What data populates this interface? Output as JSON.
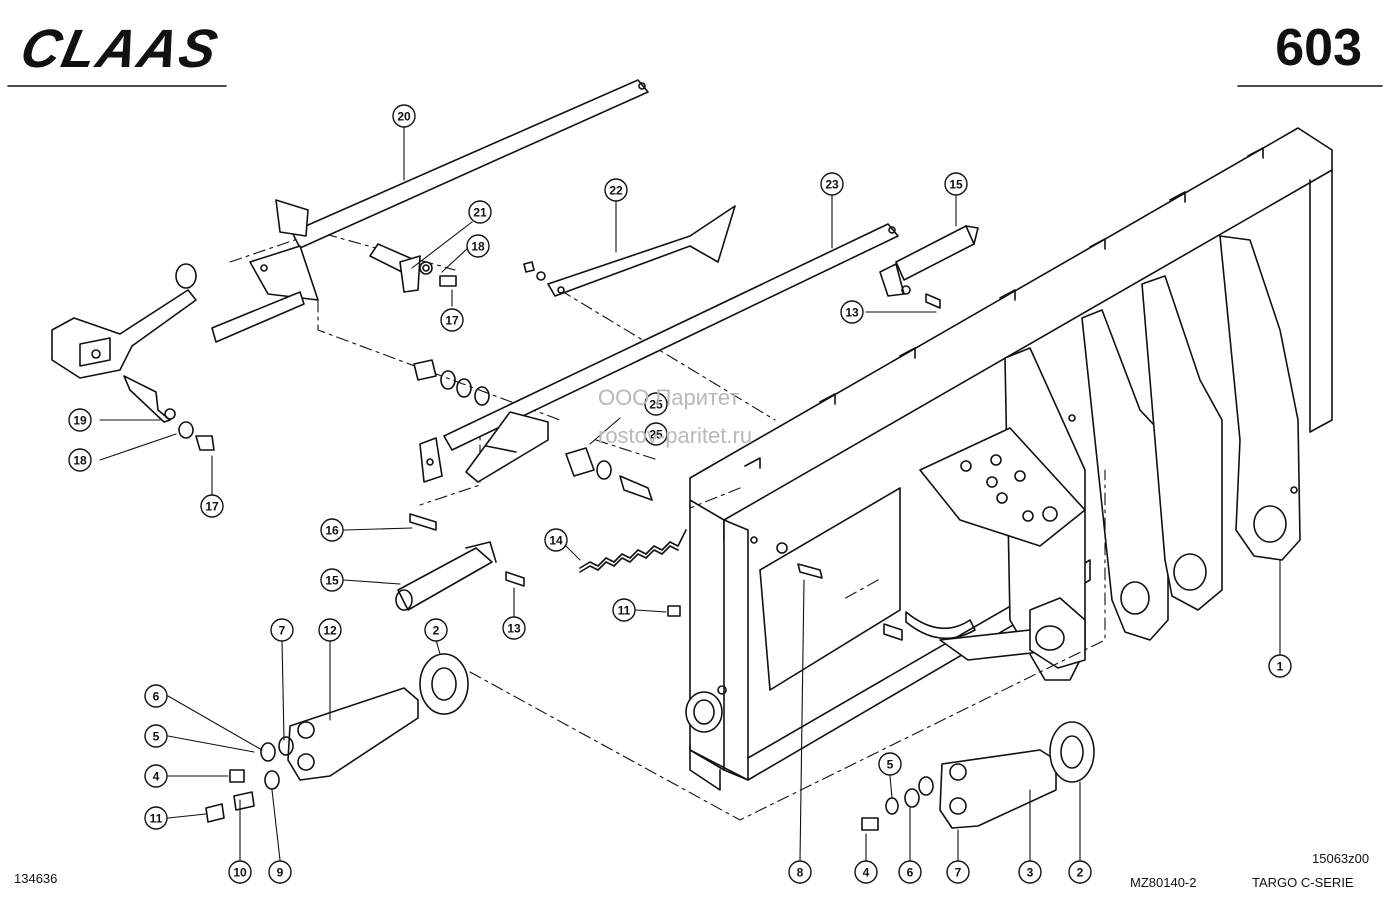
{
  "header": {
    "brand": "CLAAS",
    "page_number": "603"
  },
  "footer": {
    "left_code": "134636",
    "mid_code": "MZ80140-2",
    "drawing_code": "15063z00",
    "series": "TARGO C-SERIE"
  },
  "watermark": {
    "line1": "ООО Паритет",
    "line2": "rostov-paritet.ru"
  },
  "callouts": [
    "1",
    "2",
    "3",
    "4",
    "5",
    "6",
    "7",
    "8",
    "9",
    "10",
    "11",
    "12",
    "13",
    "14",
    "15",
    "16",
    "17",
    "18",
    "19",
    "20",
    "21",
    "22",
    "23",
    "25"
  ],
  "colors": {
    "ink": "#111111",
    "paper": "#ffffff",
    "watermark": "#b9b9b9"
  }
}
